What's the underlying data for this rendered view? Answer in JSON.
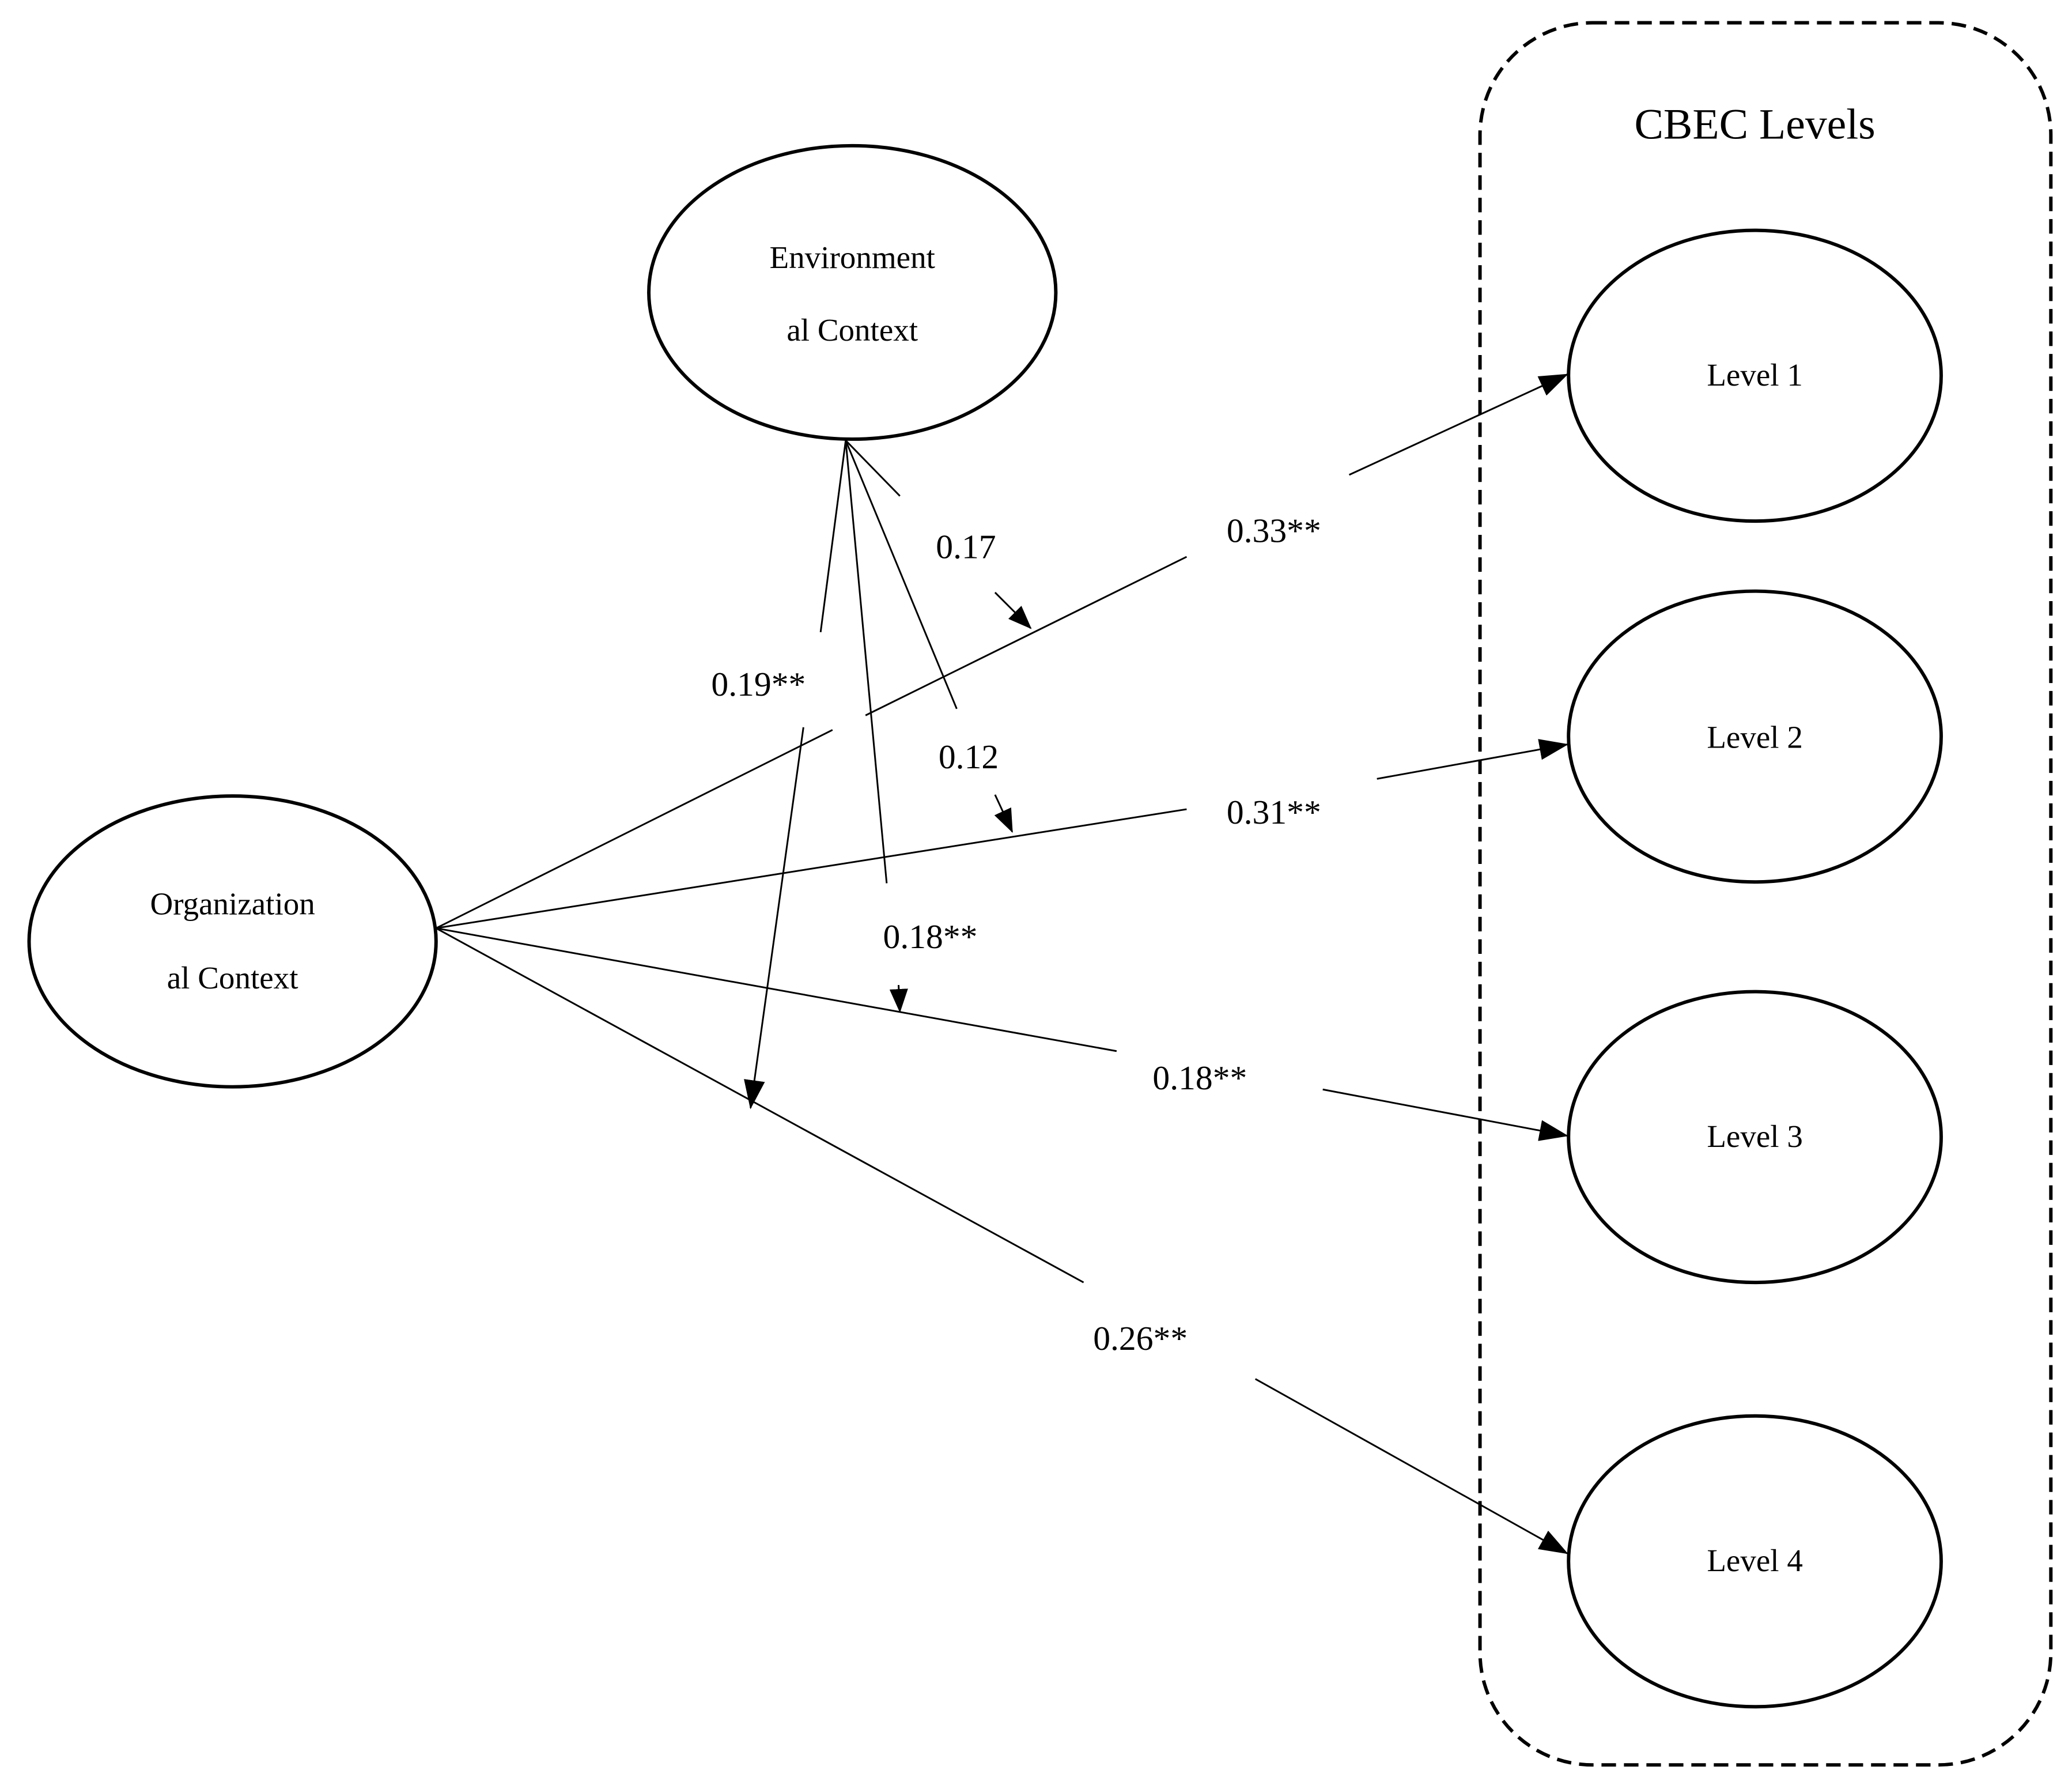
{
  "diagram": {
    "group_title": "CBEC Levels",
    "environmental_context": {
      "line1": "Environment",
      "line2": "al Context"
    },
    "organizational_context": {
      "line1": "Organization",
      "line2": "al Context"
    },
    "levels": [
      "Level 1",
      "Level 2",
      "Level 3",
      "Level 4"
    ],
    "coefficients": {
      "org_to_level1": "0.33**",
      "org_to_level2": "0.31**",
      "org_to_level3": "0.18**",
      "org_to_level4": "0.26**",
      "env_on_path1": "0.17",
      "env_on_path2": "0.12",
      "env_on_path3": "0.18**",
      "env_on_path4": "0.19**"
    }
  },
  "colors": {
    "stroke": "#000000",
    "background": "#ffffff"
  }
}
